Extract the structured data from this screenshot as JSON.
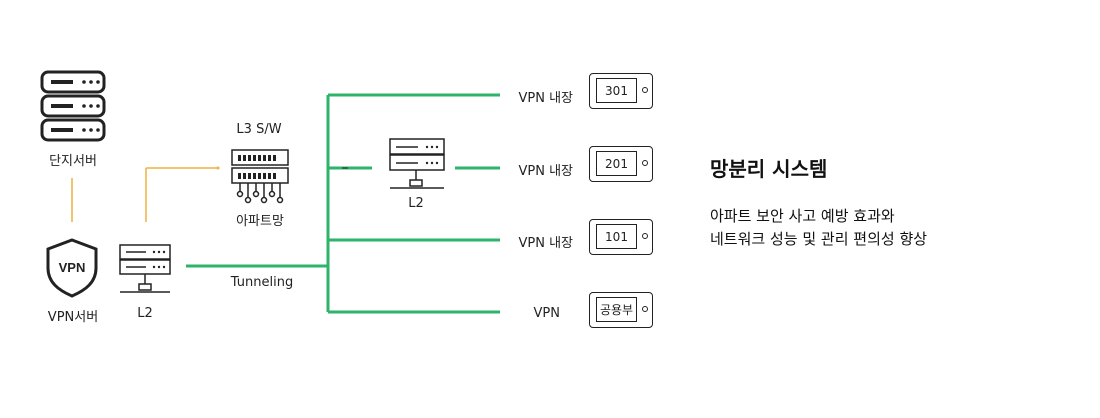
{
  "left": {
    "complex_server_label": "단지서버",
    "vpn_server_label": "VPN서버",
    "vpn_badge_text": "VPN",
    "l2_label": "L2"
  },
  "core": {
    "l3_label": "L3 S/W",
    "apt_network_label": "아파트망",
    "tunneling_label": "Tunneling",
    "l2_mid_label": "L2"
  },
  "endpoints": [
    {
      "label": "VPN 내장",
      "screen": "301"
    },
    {
      "label": "VPN 내장",
      "screen": "201"
    },
    {
      "label": "VPN 내장",
      "screen": "101"
    },
    {
      "label": "VPN",
      "screen": "공용부"
    }
  ],
  "info": {
    "title": "망분리 시스템",
    "desc_line1": "아파트 보안 사고 예방 효과와",
    "desc_line2": "네트워크 성능 및 관리 편의성 향상"
  },
  "colors": {
    "green_line": "#2db36a",
    "orange_line": "#f0b040",
    "icon_stroke": "#222222"
  }
}
